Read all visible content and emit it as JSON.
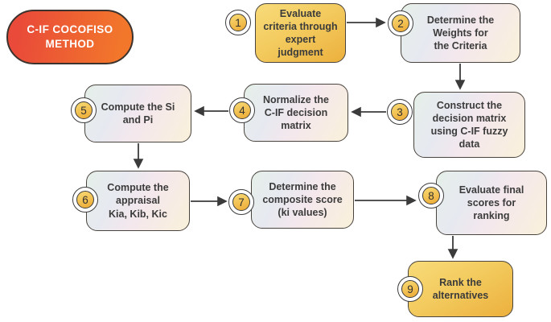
{
  "title": {
    "label": "C-IF COCOFISO\nMETHOD"
  },
  "colors": {
    "title_gradient_start": "#e94a39",
    "title_gradient_end": "#f2772b",
    "gold_box_gradient_start": "#f8db79",
    "gold_box_gradient_end": "#ecb03d",
    "pastel_box_blue": "#e6efe9",
    "pastel_box_pink": "#f5e8ec",
    "pastel_box_cream": "#f9f1da",
    "badge_fill": "#edac38",
    "border_dark": "#3c3c3c",
    "arrow": "#3b3b3b",
    "step_text": "#3b3b3b",
    "title_text": "#ffffff"
  },
  "steps": [
    {
      "number": "1",
      "label": "Evaluate\ncriteria through\nexpert\njudgment",
      "variant": "gold"
    },
    {
      "number": "2",
      "label": "Determine the\nWeights for\nthe Criteria",
      "variant": "pastel"
    },
    {
      "number": "3",
      "label": "Construct the\ndecision matrix\nusing C-IF fuzzy\ndata",
      "variant": "pastel"
    },
    {
      "number": "4",
      "label": "Normalize the\nC-IF decision\nmatrix",
      "variant": "pastel"
    },
    {
      "number": "5",
      "label": "Compute the Si\nand Pi",
      "variant": "pastel"
    },
    {
      "number": "6",
      "label": "Compute the\nappraisal\nKia, Kib, Kic",
      "variant": "pastel"
    },
    {
      "number": "7",
      "label": "Determine the\ncomposite score\n(ki values)",
      "variant": "pastel"
    },
    {
      "number": "8",
      "label": "Evaluate final\nscores for\nranking",
      "variant": "pastel"
    },
    {
      "number": "9",
      "label": "Rank the\nalternatives",
      "variant": "gold"
    }
  ]
}
